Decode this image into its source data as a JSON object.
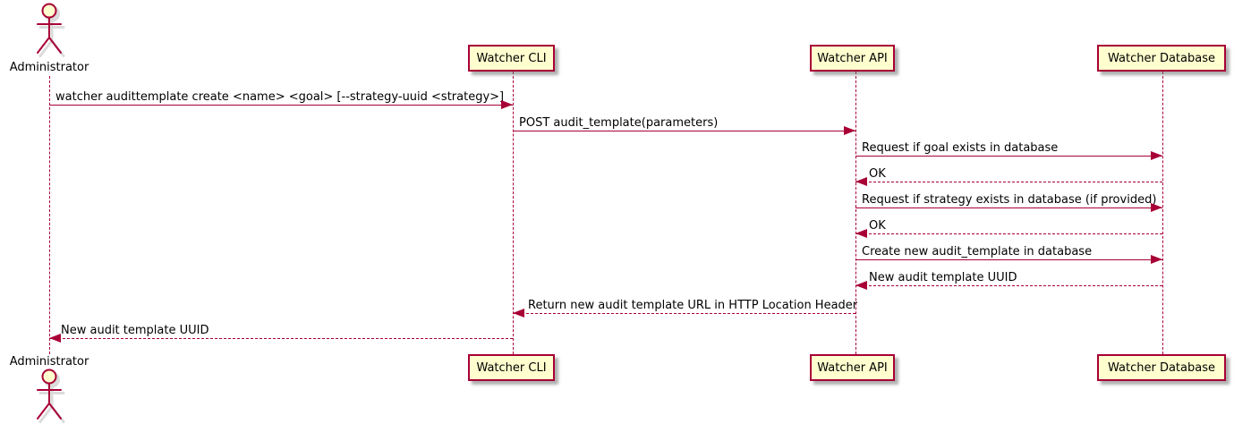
{
  "diagram": {
    "type": "sequence",
    "colors": {
      "line": "#A80036",
      "participant_fill": "#FEFECE",
      "text": "#000000"
    },
    "actor": {
      "name": "Administrator"
    },
    "participants": [
      {
        "label": "Watcher CLI"
      },
      {
        "label": "Watcher API"
      },
      {
        "label": "Watcher Database"
      }
    ],
    "messages": [
      {
        "label": "watcher audittemplate create <name> <goal> [--strategy-uuid <strategy>]",
        "from": "Administrator",
        "to": "Watcher CLI",
        "style": "solid"
      },
      {
        "label": "POST audit_template(parameters)",
        "from": "Watcher CLI",
        "to": "Watcher API",
        "style": "solid"
      },
      {
        "label": "Request if goal exists in database",
        "from": "Watcher API",
        "to": "Watcher Database",
        "style": "solid"
      },
      {
        "label": "OK",
        "from": "Watcher Database",
        "to": "Watcher API",
        "style": "dashed"
      },
      {
        "label": "Request if strategy exists in database (if provided)",
        "from": "Watcher API",
        "to": "Watcher Database",
        "style": "solid"
      },
      {
        "label": "OK",
        "from": "Watcher Database",
        "to": "Watcher API",
        "style": "dashed"
      },
      {
        "label": "Create new audit_template in database",
        "from": "Watcher API",
        "to": "Watcher Database",
        "style": "solid"
      },
      {
        "label": "New audit template UUID",
        "from": "Watcher Database",
        "to": "Watcher API",
        "style": "dashed"
      },
      {
        "label": "Return new audit template URL in HTTP Location Header",
        "from": "Watcher API",
        "to": "Watcher CLI",
        "style": "dashed"
      },
      {
        "label": "New audit template UUID",
        "from": "Watcher CLI",
        "to": "Administrator",
        "style": "dashed"
      }
    ]
  }
}
